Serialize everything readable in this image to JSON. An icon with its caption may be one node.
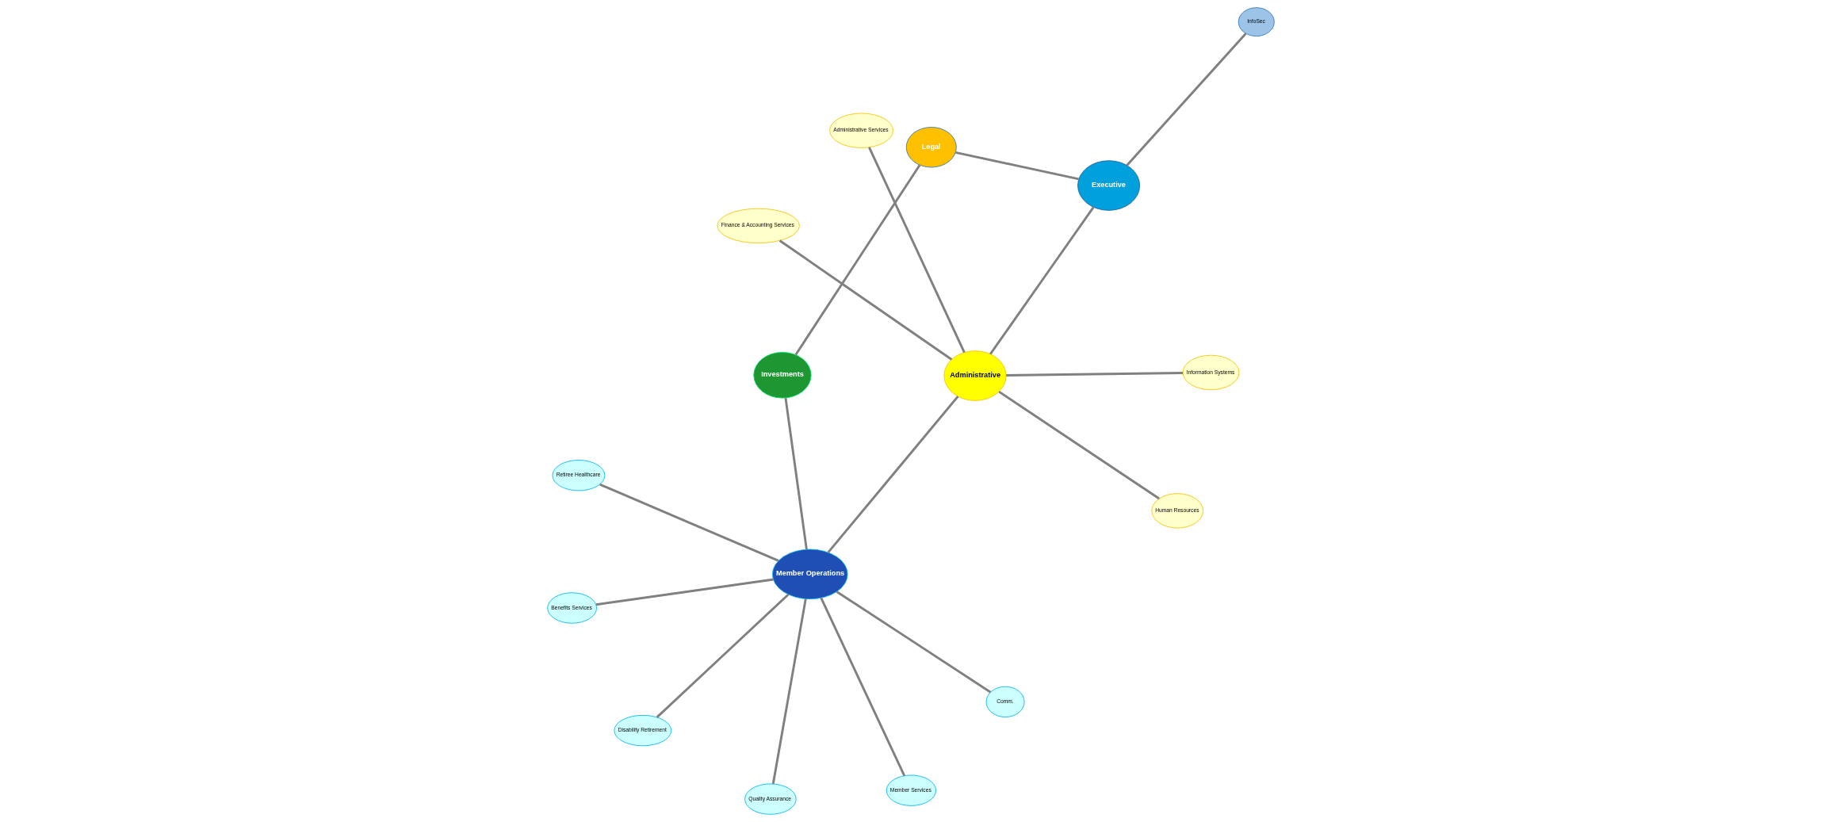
{
  "diagram": {
    "nodes": [
      {
        "text": [
          "Administrative"
        ]
      },
      {
        "text": [
          "Information Systems"
        ]
      },
      {
        "text": [
          "Human Resources"
        ]
      },
      {
        "text": [
          "Finance & Accounting Services"
        ]
      },
      {
        "text": [
          "Administrative Services"
        ]
      },
      {
        "text": [
          "Member Operations"
        ]
      },
      {
        "text": [
          "Benefits Services"
        ]
      },
      {
        "text": [
          "Comm."
        ]
      },
      {
        "text": [
          "Disability Retirement"
        ]
      },
      {
        "text": [
          "Member Services"
        ]
      },
      {
        "text": [
          "Quality Assurance"
        ]
      },
      {
        "text": [
          "Retiree Healthcare"
        ]
      },
      {
        "text": [
          "Executive"
        ]
      },
      {
        "text": [
          "InfoSec"
        ]
      },
      {
        "text": [
          "Legal"
        ]
      },
      {
        "text": [
          "Investments"
        ]
      }
    ],
    "edges": [
      {
        "from": 0,
        "to": 1,
        "arrow": "none"
      },
      {
        "from": 0,
        "to": 2,
        "arrow": "none"
      },
      {
        "from": 0,
        "to": 3,
        "arrow": "none"
      },
      {
        "from": 0,
        "to": 4,
        "arrow": "none"
      },
      {
        "from": 0,
        "to": 5,
        "arrow": "none"
      },
      {
        "from": 0,
        "to": 12,
        "arrow": "none"
      },
      {
        "from": 5,
        "to": 6,
        "arrow": "none"
      },
      {
        "from": 5,
        "to": 7,
        "arrow": "none"
      },
      {
        "from": 5,
        "to": 8,
        "arrow": "none"
      },
      {
        "from": 5,
        "to": 9,
        "arrow": "none"
      },
      {
        "from": 5,
        "to": 10,
        "arrow": "none"
      },
      {
        "from": 5,
        "to": 11,
        "arrow": "none"
      },
      {
        "from": 5,
        "to": 15,
        "arrow": "none"
      },
      {
        "from": 12,
        "to": 13,
        "arrow": "none"
      },
      {
        "from": 12,
        "to": 14,
        "arrow": "none"
      },
      {
        "from": 14,
        "to": 15,
        "arrow": "none"
      }
    ]
  }
}
